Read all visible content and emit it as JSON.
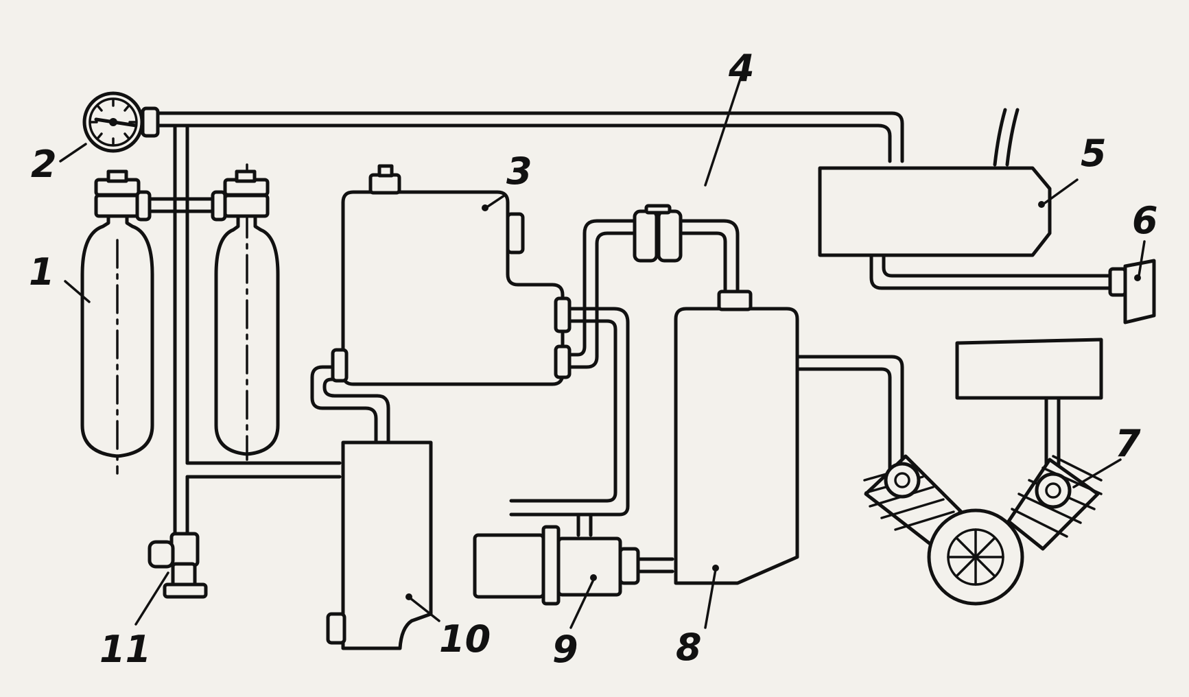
{
  "labels": {
    "l1": "1",
    "l2": "2",
    "l3": "3",
    "l4": "4",
    "l5": "5",
    "l6": "6",
    "l7": "7",
    "l8": "8",
    "l9": "9",
    "l10": "10",
    "l11": "11"
  },
  "colors": {
    "paper": "#f3f1ec",
    "ink": "#111111"
  }
}
